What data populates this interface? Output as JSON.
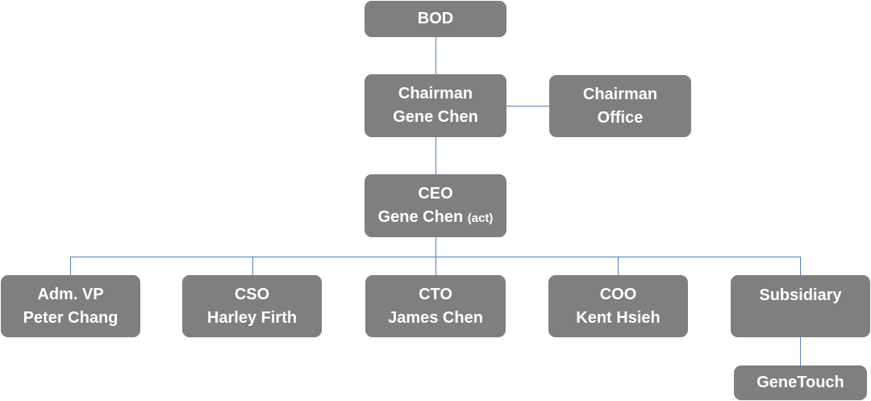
{
  "org_chart": {
    "bod": {
      "line1": "BOD"
    },
    "chairman": {
      "line1": "Chairman",
      "line2": "Gene Chen"
    },
    "chairman_office": {
      "line1": "Chairman",
      "line2": "Office"
    },
    "ceo": {
      "line1": "CEO",
      "line2": "Gene Chen",
      "line2_note": "(act)"
    },
    "adm_vp": {
      "line1": "Adm. VP",
      "line2": "Peter Chang"
    },
    "cso": {
      "line1": "CSO",
      "line2": "Harley Firth"
    },
    "cto": {
      "line1": "CTO",
      "line2": "James Chen"
    },
    "coo": {
      "line1": "COO",
      "line2": "Kent Hsieh"
    },
    "subsidiary": {
      "line1": "Subsidiary"
    },
    "genetouch": {
      "line1": "GeneTouch"
    }
  },
  "colors": {
    "box_fill": "#7f7f7f",
    "box_text": "#ffffff",
    "connector": "#4f81bd"
  }
}
